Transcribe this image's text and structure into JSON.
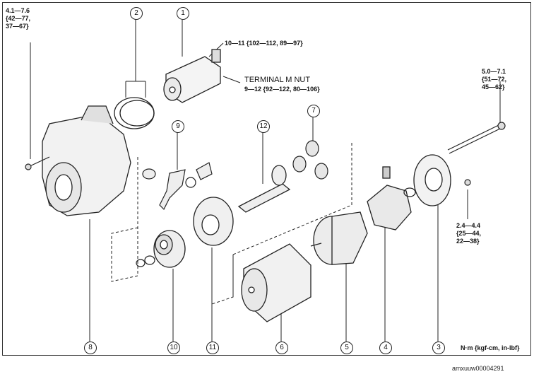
{
  "torque": {
    "t1": [
      "4.1—7.6",
      "{42—77,",
      "37—67}"
    ],
    "t2": "10—11 {102—112, 89—97}",
    "t3_title": "TERMINAL M NUT",
    "t3_value": "9—12 {92—122, 80—106}",
    "t4": [
      "5.0—7.1",
      "{51—72,",
      "45—62}"
    ],
    "t5": [
      "2.4—4.4",
      "{25—44,",
      "22—38}"
    ]
  },
  "callouts": {
    "c1": "1",
    "c2": "2",
    "c3": "3",
    "c4": "4",
    "c5": "5",
    "c6": "6",
    "c7": "7",
    "c8": "8",
    "c9": "9",
    "c10": "10",
    "c11": "11",
    "c12": "12"
  },
  "units_label": "N·m {kgf-cm, in-lbf}",
  "image_code": "amxuuw00004291"
}
